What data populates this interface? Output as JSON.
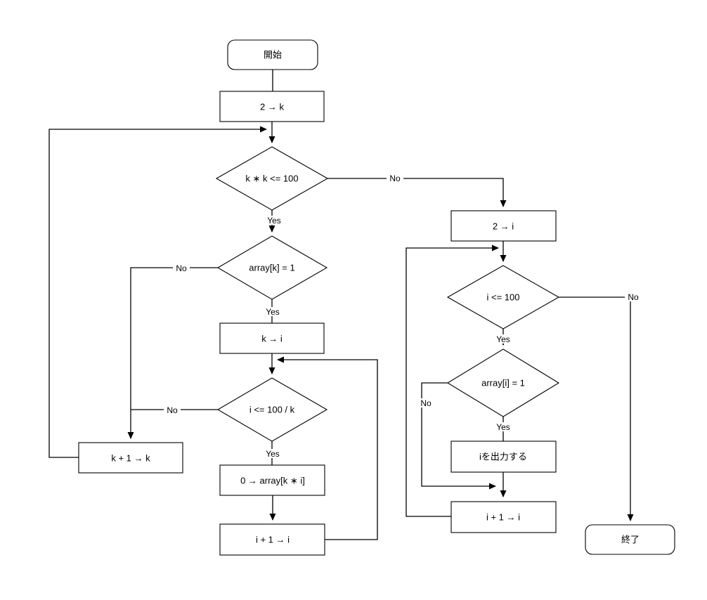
{
  "diagram": {
    "title": "prime-sieve-flowchart",
    "colors": {
      "background": "#ffffff",
      "line": "#000000",
      "shape_fill": "#ffffff",
      "text": "#000000"
    },
    "nodes": {
      "start": {
        "type": "terminal",
        "label": "開始"
      },
      "set_k_2": {
        "type": "process",
        "label": "2 → k"
      },
      "cond_kk": {
        "type": "decision",
        "label": "k ∗ k <= 100"
      },
      "cond_array_k": {
        "type": "decision",
        "label": "array[k] = 1"
      },
      "set_i_k": {
        "type": "process",
        "label": "k → i"
      },
      "cond_i100k": {
        "type": "decision",
        "label": "i <= 100 / k"
      },
      "set_array_0": {
        "type": "process",
        "label": "0 → array[k ∗ i]"
      },
      "inc_i_left": {
        "type": "process",
        "label": "i + 1 → i"
      },
      "inc_k": {
        "type": "process",
        "label": "k + 1 → k"
      },
      "set_i_2": {
        "type": "process",
        "label": "2 → i"
      },
      "cond_i100": {
        "type": "decision",
        "label": "i <= 100"
      },
      "cond_array_i": {
        "type": "decision",
        "label": "array[i] = 1"
      },
      "output_i": {
        "type": "process",
        "label": "iを出力する"
      },
      "inc_i_right": {
        "type": "process",
        "label": "i + 1 → i"
      },
      "end": {
        "type": "terminal",
        "label": "終了"
      }
    },
    "edge_labels": {
      "kk_yes": "Yes",
      "kk_no": "No",
      "arrk_yes": "Yes",
      "arrk_no": "No",
      "i100k_yes": "Yes",
      "i100k_no": "No",
      "i100_yes": "Yes",
      "i100_no": "No",
      "arri_yes": "Yes",
      "arri_no": "No"
    }
  }
}
